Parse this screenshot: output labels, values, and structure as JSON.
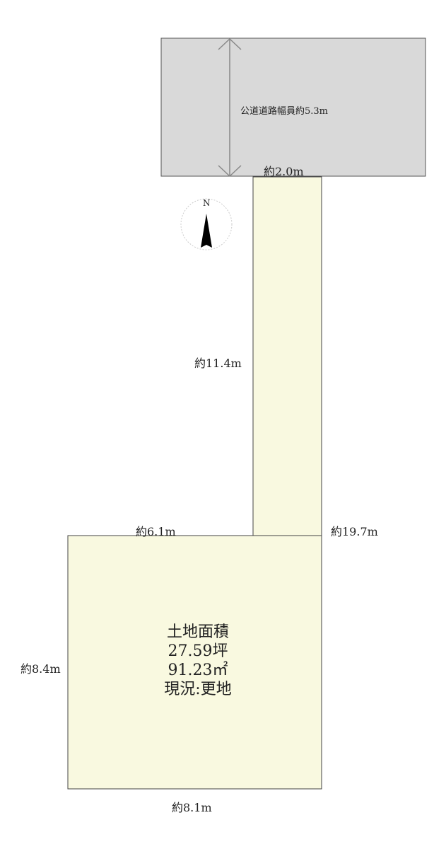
{
  "road": {
    "label": "公道道路幅員約5.3m",
    "color": "#d9d9d9"
  },
  "compass": {
    "label": "N"
  },
  "dimensions": {
    "frontage": "約2.0m",
    "pole_length": "約11.4m",
    "top_left_edge": "約6.1m",
    "right_total": "約19.7m",
    "left_edge": "約8.4m",
    "bottom_edge": "約8.1m"
  },
  "lot": {
    "color": "#f9f9e0",
    "title": "土地面積",
    "tsubo": "27.59坪",
    "sqm": "91.23㎡",
    "status": "現況:更地"
  }
}
